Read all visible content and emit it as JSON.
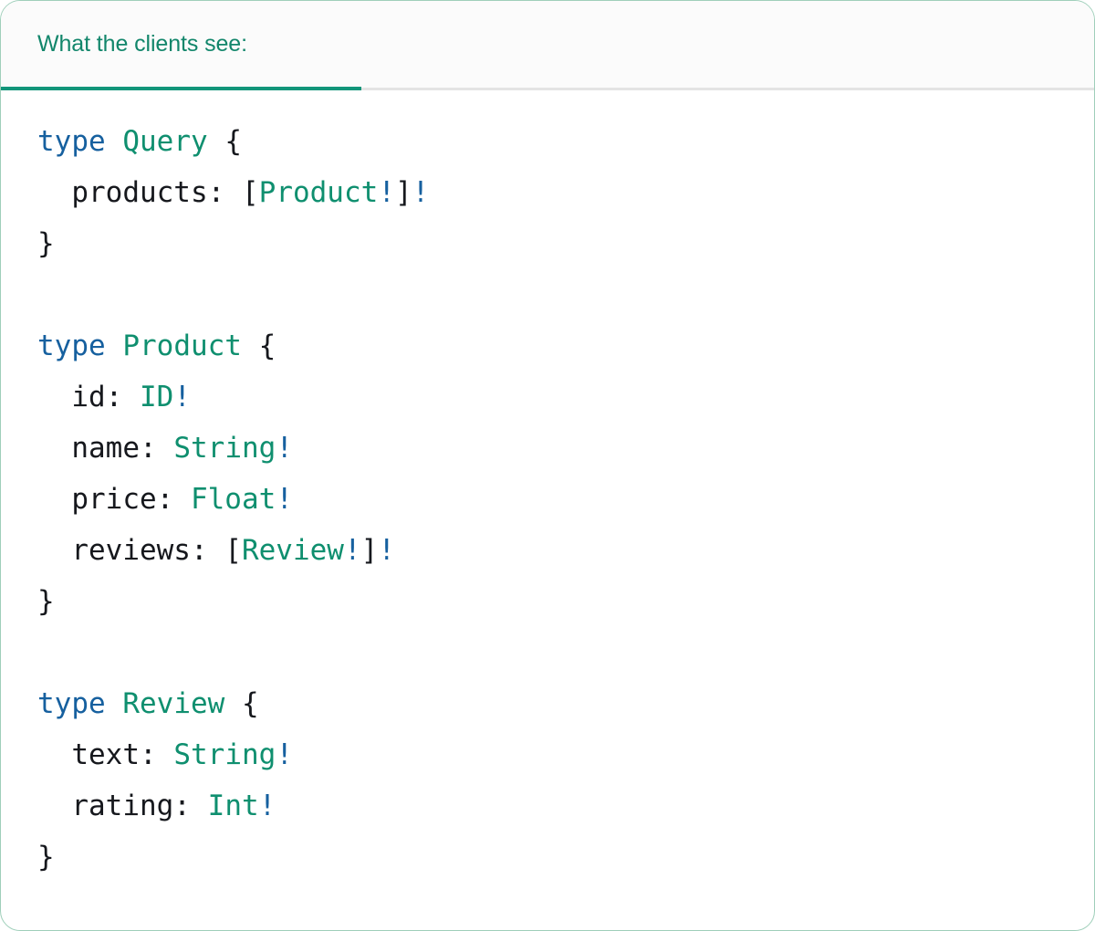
{
  "card": {
    "border_color": "#9fcfba",
    "background": "#ffffff"
  },
  "header": {
    "tab_label": "What the clients see:",
    "accent_color": "#12957a",
    "text_color": "#12866b",
    "background": "#fbfbfb",
    "rule_color": "#e4e4e4"
  },
  "code": {
    "language": "graphql",
    "colors": {
      "keyword": "#16609f",
      "type_name": "#0f8f6f",
      "punctuation": "#16181d",
      "non_null": "#16609f",
      "field": "#16181d"
    },
    "lines": [
      {
        "id": "l1",
        "indent": 0,
        "tokens": [
          {
            "t": "type",
            "c": "kw"
          },
          {
            "t": " ",
            "c": "punc"
          },
          {
            "t": "Query",
            "c": "tname"
          },
          {
            "t": " ",
            "c": "punc"
          },
          {
            "t": "{",
            "c": "punc"
          }
        ]
      },
      {
        "id": "l2",
        "indent": 2,
        "tokens": [
          {
            "t": "products:",
            "c": "fld"
          },
          {
            "t": " ",
            "c": "punc"
          },
          {
            "t": "[",
            "c": "punc"
          },
          {
            "t": "Product",
            "c": "tname"
          },
          {
            "t": "!",
            "c": "bang"
          },
          {
            "t": "]",
            "c": "punc"
          },
          {
            "t": "!",
            "c": "bang"
          }
        ]
      },
      {
        "id": "l3",
        "indent": 0,
        "tokens": [
          {
            "t": "}",
            "c": "punc"
          }
        ]
      },
      {
        "id": "l4",
        "indent": 0,
        "blank": true,
        "tokens": []
      },
      {
        "id": "l5",
        "indent": 0,
        "tokens": [
          {
            "t": "type",
            "c": "kw"
          },
          {
            "t": " ",
            "c": "punc"
          },
          {
            "t": "Product",
            "c": "tname"
          },
          {
            "t": " ",
            "c": "punc"
          },
          {
            "t": "{",
            "c": "punc"
          }
        ]
      },
      {
        "id": "l6",
        "indent": 2,
        "tokens": [
          {
            "t": "id:",
            "c": "fld"
          },
          {
            "t": " ",
            "c": "punc"
          },
          {
            "t": "ID",
            "c": "tname"
          },
          {
            "t": "!",
            "c": "bang"
          }
        ]
      },
      {
        "id": "l7",
        "indent": 2,
        "tokens": [
          {
            "t": "name:",
            "c": "fld"
          },
          {
            "t": " ",
            "c": "punc"
          },
          {
            "t": "String",
            "c": "tname"
          },
          {
            "t": "!",
            "c": "bang"
          }
        ]
      },
      {
        "id": "l8",
        "indent": 2,
        "tokens": [
          {
            "t": "price:",
            "c": "fld"
          },
          {
            "t": " ",
            "c": "punc"
          },
          {
            "t": "Float",
            "c": "tname"
          },
          {
            "t": "!",
            "c": "bang"
          }
        ]
      },
      {
        "id": "l9",
        "indent": 2,
        "tokens": [
          {
            "t": "reviews:",
            "c": "fld"
          },
          {
            "t": " ",
            "c": "punc"
          },
          {
            "t": "[",
            "c": "punc"
          },
          {
            "t": "Review",
            "c": "tname"
          },
          {
            "t": "!",
            "c": "bang"
          },
          {
            "t": "]",
            "c": "punc"
          },
          {
            "t": "!",
            "c": "bang"
          }
        ]
      },
      {
        "id": "l10",
        "indent": 0,
        "tokens": [
          {
            "t": "}",
            "c": "punc"
          }
        ]
      },
      {
        "id": "l11",
        "indent": 0,
        "blank": true,
        "tokens": []
      },
      {
        "id": "l12",
        "indent": 0,
        "tokens": [
          {
            "t": "type",
            "c": "kw"
          },
          {
            "t": " ",
            "c": "punc"
          },
          {
            "t": "Review",
            "c": "tname"
          },
          {
            "t": " ",
            "c": "punc"
          },
          {
            "t": "{",
            "c": "punc"
          }
        ]
      },
      {
        "id": "l13",
        "indent": 2,
        "tokens": [
          {
            "t": "text:",
            "c": "fld"
          },
          {
            "t": " ",
            "c": "punc"
          },
          {
            "t": "String",
            "c": "tname"
          },
          {
            "t": "!",
            "c": "bang"
          }
        ]
      },
      {
        "id": "l14",
        "indent": 2,
        "tokens": [
          {
            "t": "rating:",
            "c": "fld"
          },
          {
            "t": " ",
            "c": "punc"
          },
          {
            "t": "Int",
            "c": "tname"
          },
          {
            "t": "!",
            "c": "bang"
          }
        ]
      },
      {
        "id": "l15",
        "indent": 0,
        "tokens": [
          {
            "t": "}",
            "c": "punc"
          }
        ]
      }
    ]
  }
}
